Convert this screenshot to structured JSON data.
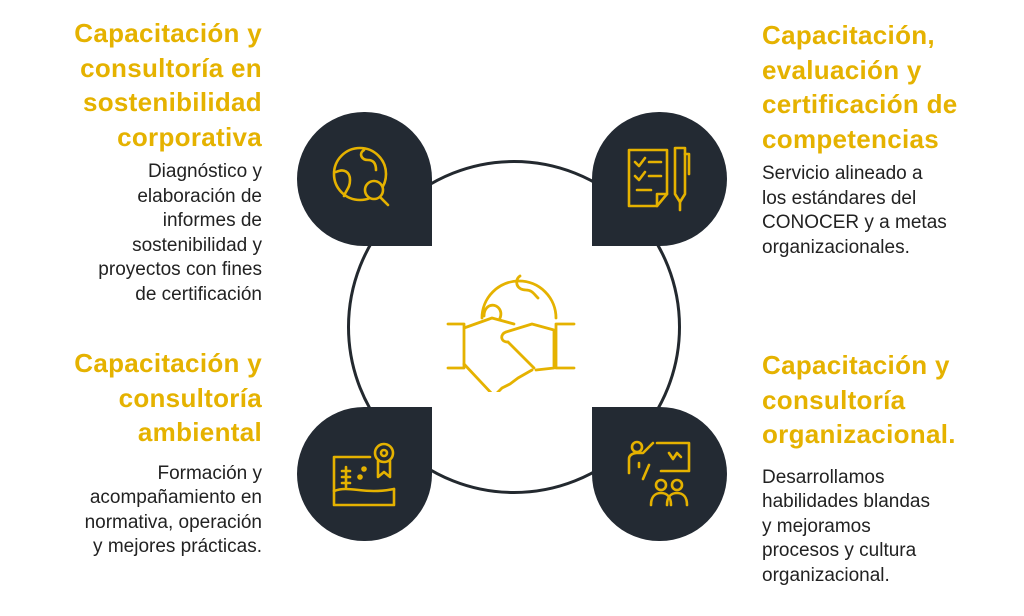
{
  "services": [
    {
      "title": [
        "Capacitación y",
        "consultoría en",
        "sostenibilidad",
        "corporativa"
      ],
      "body": [
        "Diagnóstico y",
        "elaboración de",
        "informes de",
        "sostenibilidad y",
        "proyectos con fines",
        "de certificación"
      ],
      "icon": "globe-search-icon"
    },
    {
      "title": [
        "Capacitación,",
        "evaluación y",
        "certificación de",
        "competencias"
      ],
      "body": [
        "Servicio alineado a",
        "los estándares del",
        "CONOCER y a metas",
        "organizacionales."
      ],
      "icon": "checklist-pen-icon"
    },
    {
      "title": [
        "Capacitación y",
        "consultoría",
        "ambiental"
      ],
      "body": [
        "Formación y",
        "acompañamiento en",
        "normativa, operación",
        "y mejores prácticas."
      ],
      "icon": "landscape-certificate-icon"
    },
    {
      "title": [
        "Capacitación y",
        "consultoría",
        "organizacional."
      ],
      "body": [
        "Desarrollamos",
        "habilidades blandas",
        "y mejoramos",
        "procesos y cultura",
        "organizacional."
      ],
      "icon": "presentation-team-icon"
    }
  ],
  "center_icon": "handshake-globe-icon",
  "colors": {
    "accent": "#e5b200",
    "dark": "#232a33",
    "text": "#222222"
  }
}
